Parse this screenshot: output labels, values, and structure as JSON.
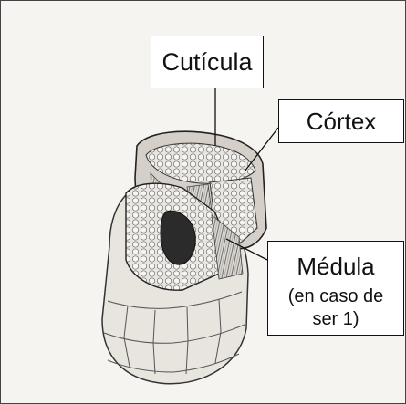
{
  "labels": {
    "cuticula": "Cutícula",
    "cortex": "Córtex",
    "medula_title": "Médula",
    "medula_note_1": "(en caso de",
    "medula_note_2": "ser 1)"
  },
  "colors": {
    "label_border": "#111111",
    "illustration_ink": "#3a3a3a",
    "background": "#f6f4f1"
  }
}
